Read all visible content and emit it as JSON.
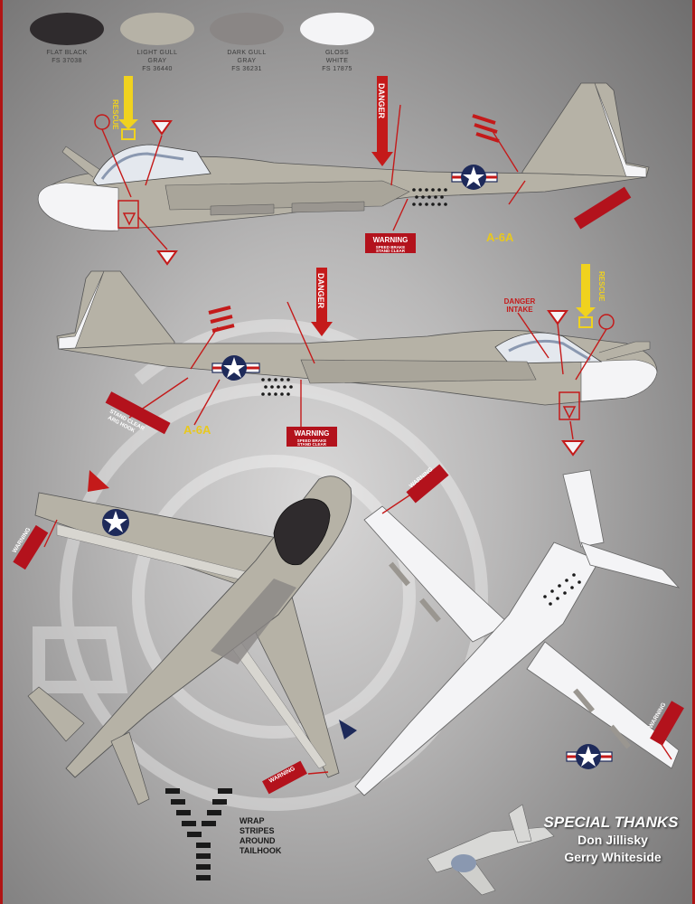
{
  "swatches": [
    {
      "name_line1": "FLAT BLACK",
      "name_line2": "",
      "fs": "FS 37038",
      "color": "#2f2b2d"
    },
    {
      "name_line1": "LIGHT GULL",
      "name_line2": "GRAY",
      "fs": "FS 36440",
      "color": "#b6b2a6"
    },
    {
      "name_line1": "DARK GULL",
      "name_line2": "GRAY",
      "fs": "FS 36231",
      "color": "#8a8685"
    },
    {
      "name_line1": "GLOSS",
      "name_line2": "WHITE",
      "fs": "FS 17875",
      "color": "#f4f4f6"
    }
  ],
  "labels": {
    "rescue": "RESCUE",
    "danger": "DANGER",
    "danger_intake_1": "DANGER",
    "danger_intake_2": "INTAKE",
    "warning": "WARNING",
    "speed_brake_1": "SPEED BRAKE",
    "speed_brake_2": "STAND CLEAR",
    "aircraft_type": "A-6A",
    "stand_clear_1": "STAND CLEAR",
    "stand_clear_2": "ARG HOOK",
    "wrap_1": "WRAP",
    "wrap_2": "STRIPES",
    "wrap_3": "AROUND",
    "wrap_4": "TAILHOOK"
  },
  "credits": {
    "title": "SPECIAL THANKS",
    "names": [
      "Don Jillisky",
      "Gerry Whiteside"
    ]
  },
  "colors": {
    "accent_red": "#c41a1a",
    "warning_red": "#b3121c",
    "rescue_yellow": "#f0d21e",
    "insignia_blue": "#1e2a5a",
    "gull_gray": "#b6b2a6",
    "gloss_white": "#f4f4f6"
  }
}
